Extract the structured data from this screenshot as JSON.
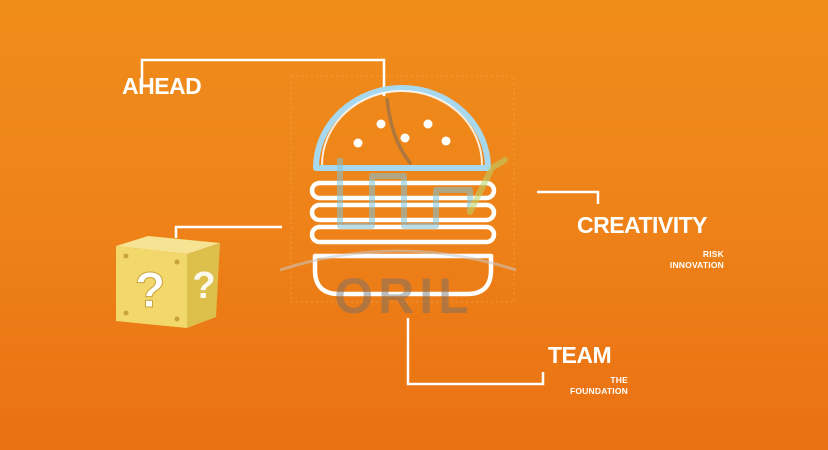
{
  "labels": {
    "ahead": "AHEAD",
    "creativity": "CREATIVITY",
    "creativity_sub": [
      "RISK",
      "INNOVATION"
    ],
    "team": "TEAM",
    "team_sub": [
      "THE",
      "FOUNDATION"
    ]
  },
  "watermark": {
    "text": "ORIL"
  },
  "colors": {
    "background_top": "#F08C1A",
    "background_bottom": "#EA7012",
    "line": "#FFFFFF",
    "bun_outline": "#9FD3EE",
    "watermark_blue": "#7EC4DC",
    "block_yellow": "#F2D86A"
  },
  "icons": {
    "burger": "burger-icon",
    "question_block": "question-block-icon"
  }
}
